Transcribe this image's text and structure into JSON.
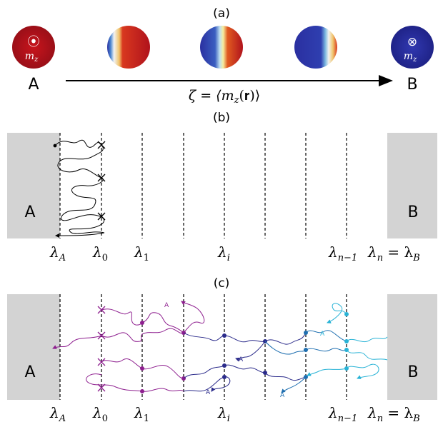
{
  "panel_a": {
    "label": "(a)",
    "state_a": {
      "name": "A",
      "symbol": "⦿",
      "moment": "m",
      "sub": "z"
    },
    "state_b": {
      "name": "B",
      "symbol": "⊗",
      "moment": "m",
      "sub": "z"
    },
    "reaction_coordinate": "ζ = ⟨m",
    "rc_sub": "z",
    "rc_tail": "(𝐫)⟩",
    "colors": {
      "red": "#b5121b",
      "blue": "#2a2f9e",
      "white": "#f4f4f4"
    }
  },
  "panel_b": {
    "label": "(b)",
    "basin_a": "A",
    "basin_b": "B",
    "interfaces": [
      {
        "sym": "λ",
        "sub": "A"
      },
      {
        "sym": "λ",
        "sub": "0"
      },
      {
        "sym": "λ",
        "sub": "1"
      },
      {
        "sym": "λ",
        "sub": "i"
      },
      {
        "sym": "λ",
        "sub": "n−1"
      },
      {
        "sym": "λ",
        "sub": "n",
        "eq": " = λ",
        "eqsub": "B"
      }
    ]
  },
  "panel_c": {
    "label": "(c)",
    "basin_a": "A",
    "basin_b": "B",
    "return_marker": "A",
    "colors": {
      "purple": "#8e1f8f",
      "navy": "#2a2a8a",
      "blue": "#1f6fb0",
      "cyan": "#29b3d6"
    },
    "interfaces": [
      {
        "sym": "λ",
        "sub": "A"
      },
      {
        "sym": "λ",
        "sub": "0"
      },
      {
        "sym": "λ",
        "sub": "1"
      },
      {
        "sym": "λ",
        "sub": "i"
      },
      {
        "sym": "λ",
        "sub": "n−1"
      },
      {
        "sym": "λ",
        "sub": "n",
        "eq": " = λ",
        "eqsub": "B"
      }
    ]
  }
}
